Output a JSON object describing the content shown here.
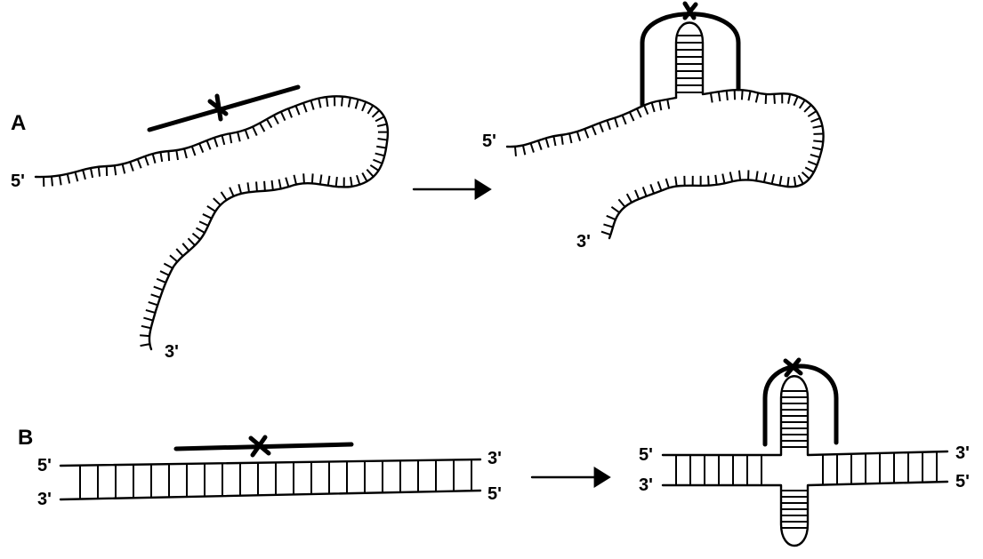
{
  "panels": [
    {
      "label": "A",
      "before": {
        "five_prime": "5'",
        "three_prime": "3'"
      },
      "after": {
        "five_prime": "5'",
        "three_prime": "3'"
      }
    },
    {
      "label": "B",
      "before": {
        "top_left": "5'",
        "top_right": "3'",
        "bottom_left": "3'",
        "bottom_right": "5'"
      },
      "after": {
        "top_left": "5'",
        "top_right": "3'",
        "bottom_left": "3'",
        "bottom_right": "5'"
      }
    }
  ],
  "colors": {
    "ink": "#000000",
    "background": "#ffffff"
  }
}
